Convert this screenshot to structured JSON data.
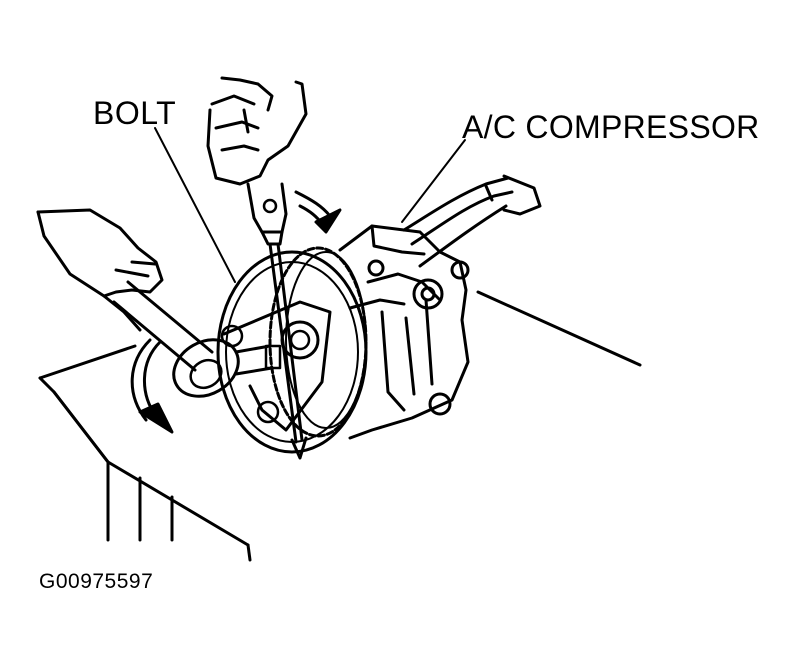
{
  "figure": {
    "labels": {
      "bolt": "BOLT",
      "compressor": "A/C COMPRESSOR"
    },
    "figure_id": "G00975597"
  },
  "colors": {
    "ink": "#000000",
    "paper": "#ffffff"
  }
}
